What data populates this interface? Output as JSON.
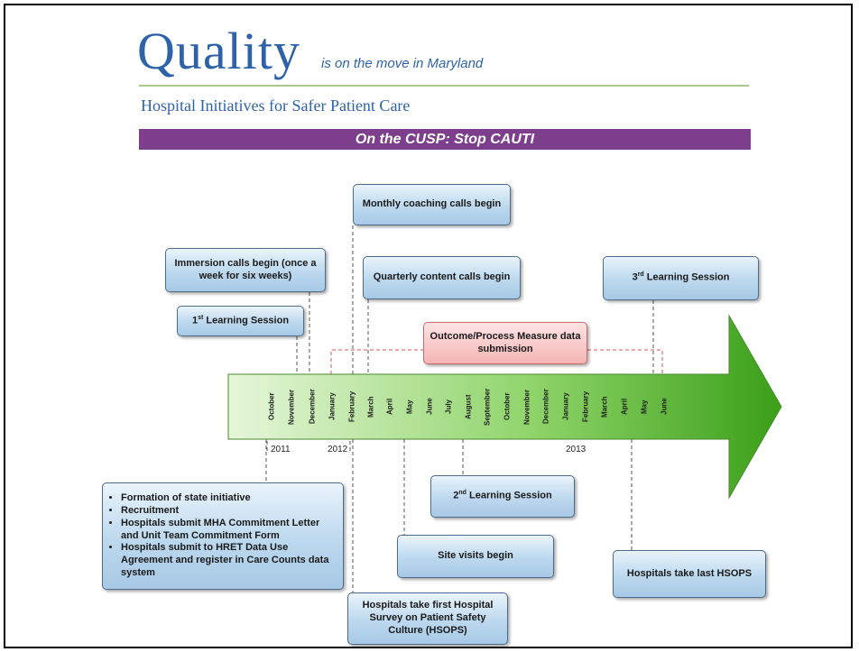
{
  "header": {
    "brand_big": "Quality",
    "brand_small": "is on the move in Maryland",
    "subtitle": "Hospital Initiatives for Safer Patient Care",
    "banner": "On the CUSP: Stop CAUTI"
  },
  "timeline": {
    "months": [
      "October",
      "November",
      "December",
      "January",
      "February",
      "March",
      "April",
      "May",
      "June",
      "July",
      "August",
      "September",
      "October",
      "November",
      "December",
      "January",
      "February",
      "March",
      "April",
      "May",
      "June"
    ],
    "years": [
      "2011",
      "2012",
      "2013"
    ]
  },
  "boxes": {
    "monthly": "Monthly coaching calls begin",
    "immersion": "Immersion calls begin (once a week for six weeks)",
    "quarterly": "Quarterly content calls begin",
    "third_prefix": "3",
    "third_sup": "rd",
    "third_rest": " Learning Session",
    "first_prefix": "1",
    "first_sup": "st",
    "first_rest": " Learning Session",
    "outcome": "Outcome/Process Measure data submission",
    "second_prefix": "2",
    "second_sup": "nd",
    "second_rest": " Learning Session",
    "site_visits": "Site visits begin",
    "hsops_first": "Hospitals take first Hospital Survey on Patient Safety Culture (HSOPS)",
    "hsops_last": "Hospitals take last HSOPS",
    "state_list": [
      "Formation of state initiative",
      "Recruitment",
      "Hospitals submit MHA Commitment Letter and Unit Team Commitment Form",
      "Hospitals submit to HRET Data Use Agreement and register in Care Counts data system"
    ]
  },
  "colors": {
    "brand_blue": "#2e63a9",
    "banner_purple": "#7d3f8c",
    "arrow_green_dark": "#3a9f18",
    "arrow_green_light": "#dff4cf",
    "box_blue": "#bcd8ee",
    "box_pink": "#f4b4b4"
  }
}
